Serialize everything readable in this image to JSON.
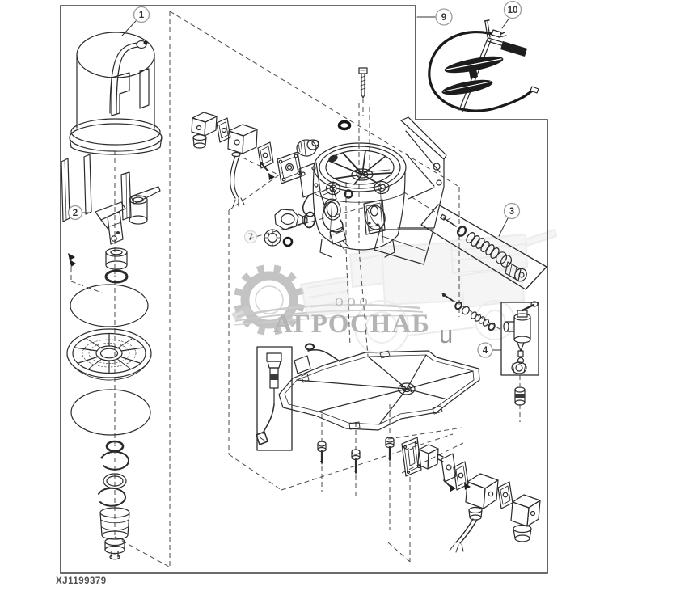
{
  "diagram": {
    "code": "XJ1199379",
    "callouts": {
      "c1": "1",
      "c2": "2",
      "c3": "3",
      "c4": "4",
      "c7": "7",
      "c9": "9",
      "c10": "10"
    }
  },
  "watermark": {
    "ooo": "ООО",
    "name": "АГРОСНАБ",
    "suffix": "u"
  },
  "colors": {
    "background": "#ffffff",
    "line": "#2b2b2b",
    "frame": "#3c3c3c",
    "dash": "#4a4a4a",
    "callout_ring": "#9a9a9a",
    "callout_text": "#333333",
    "code_text": "#4f4f4f",
    "watermark_gray": "#ababab",
    "watermark_light": "#d9d9d9",
    "watermark_suffix": "#8d8d8d"
  }
}
